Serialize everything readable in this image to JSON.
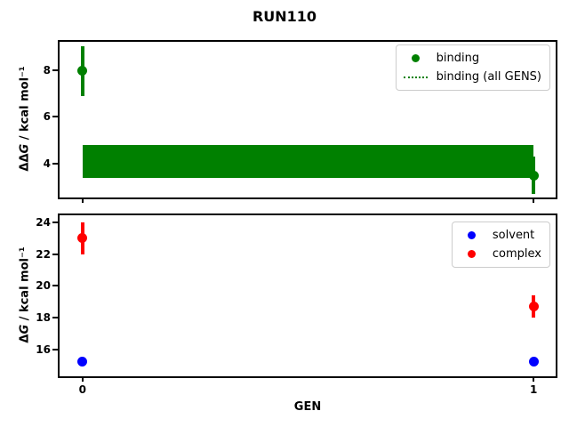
{
  "title": "RUN110",
  "xlabel": "GEN",
  "ylabel_top": {
    "prefix": "ΔΔ",
    "italic": "G",
    "suffix": " / kcal mol⁻¹"
  },
  "ylabel_bottom": {
    "prefix": "Δ",
    "italic": "G",
    "suffix": " / kcal mol⁻¹"
  },
  "colors": {
    "binding": "#008000",
    "solvent": "#0000ff",
    "complex": "#ff0000",
    "spine": "#000000",
    "legend_border": "#cccccc"
  },
  "chart_data": [
    {
      "type": "scatter",
      "title": "RUN110",
      "xlabel": "GEN",
      "ylabel": "ΔΔG / kcal mol⁻¹",
      "xlim": [
        -0.051,
        1.049
      ],
      "ylim": [
        2.55,
        9.2
      ],
      "xticks": [
        0,
        1
      ],
      "yticks": [
        8,
        6,
        4
      ],
      "grid": false,
      "legend_position": "upper right",
      "series": [
        {
          "name": "binding",
          "type": "scatter",
          "marker": "circle",
          "color": "#008000",
          "x": [
            0,
            1
          ],
          "y": [
            7.95,
            3.5
          ],
          "yerr": [
            1.05,
            0.8
          ]
        },
        {
          "name": "binding (all GENS)",
          "type": "band",
          "color": "#008000",
          "x_range": [
            0,
            1
          ],
          "y_center": 4.1,
          "y_low": 3.4,
          "y_high": 4.8
        }
      ]
    },
    {
      "type": "scatter",
      "title": "",
      "xlabel": "GEN",
      "ylabel": "ΔG / kcal mol⁻¹",
      "xlim": [
        -0.051,
        1.049
      ],
      "ylim": [
        14.3,
        24.45
      ],
      "xticks": [
        0,
        1
      ],
      "yticks": [
        24,
        22,
        20,
        18,
        16
      ],
      "grid": false,
      "legend_position": "upper right",
      "series": [
        {
          "name": "solvent",
          "type": "scatter",
          "marker": "circle",
          "color": "#0000ff",
          "x": [
            0,
            1
          ],
          "y": [
            15.2,
            15.2
          ],
          "yerr": [
            0.1,
            0.1
          ]
        },
        {
          "name": "complex",
          "type": "scatter",
          "marker": "circle",
          "color": "#ff0000",
          "x": [
            0,
            1
          ],
          "y": [
            23.0,
            18.7
          ],
          "yerr": [
            1.0,
            0.7
          ]
        }
      ]
    }
  ]
}
